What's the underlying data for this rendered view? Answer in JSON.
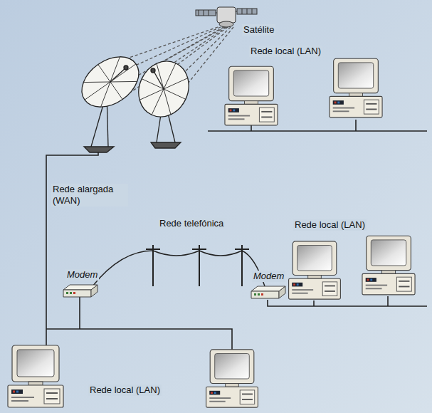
{
  "diagram": {
    "labels": [
      "Satélite",
      "Rede local (LAN)",
      "Rede alargada (WAN)",
      "Rede telefónica",
      "Rede local (LAN)",
      "Modem",
      "Modem",
      "Rede local (LAN)"
    ]
  }
}
